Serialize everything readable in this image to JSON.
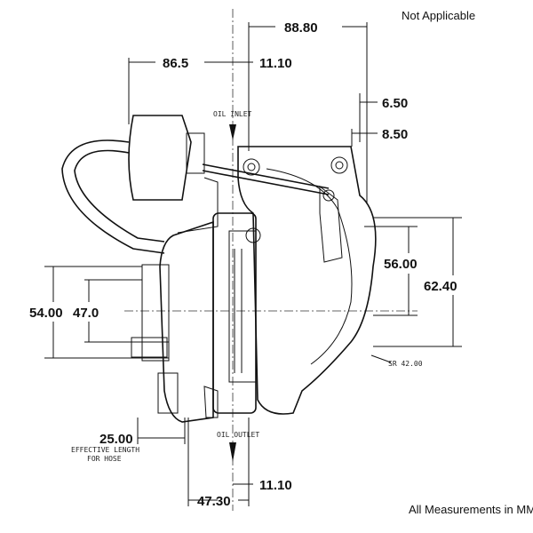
{
  "header_note": "Not Applicable",
  "footer_note": "All Measurements in MM",
  "dimensions": {
    "top_overall": "88.80",
    "top_left": "86.5",
    "top_center_offset": "11.10",
    "right_small_1": "6.50",
    "right_small_2": "8.50",
    "right_inner_height": "56.00",
    "right_outer_height": "62.40",
    "left_outer_height": "54.00",
    "left_inner_height": "47.0",
    "hose_length": "25.00",
    "bottom_center_offset": "11.10",
    "bottom_width": "47.30",
    "radius": "SR 42.00"
  },
  "labels": {
    "oil_inlet": "OIL INLET",
    "oil_outlet": "OIL OUTLET",
    "hose_note_1": "EFFECTIVE LENGTH",
    "hose_note_2": "FOR HOSE"
  }
}
